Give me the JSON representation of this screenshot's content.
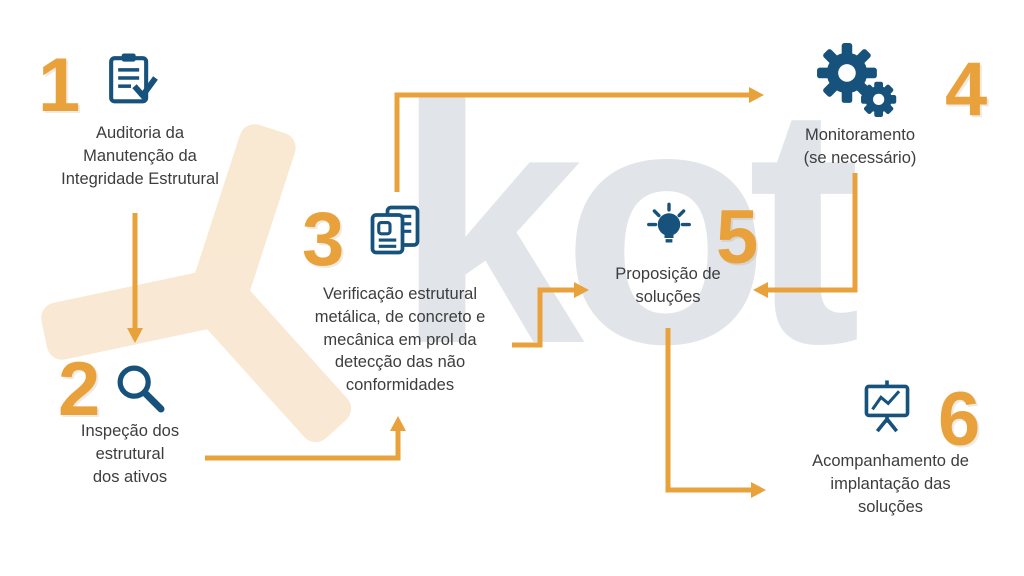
{
  "colors": {
    "accent": "#E9A23B",
    "icon": "#16527C",
    "text": "#3D3D3D",
    "watermark-gray": "#E1E5EA",
    "watermark-orange": "#F2CE9E"
  },
  "watermark": {
    "text": "kot"
  },
  "steps": [
    {
      "number": "1",
      "icon": "clipboard-check-icon",
      "label": "Auditoria da\nManutenção da\nIntegridade Estrutural"
    },
    {
      "number": "2",
      "icon": "magnifier-icon",
      "label": "Inspeção dos\nestrutural\ndos ativos"
    },
    {
      "number": "3",
      "icon": "documents-icon",
      "label": "Verificação estrutural\nmetálica, de concreto e\nmecânica em prol da\ndetecção das não\nconformidades"
    },
    {
      "number": "4",
      "icon": "gears-icon",
      "label": "Monitoramento\n(se necessário)"
    },
    {
      "number": "5",
      "icon": "lightbulb-icon",
      "label": "Proposição de\nsoluções"
    },
    {
      "number": "6",
      "icon": "presentation-chart-icon",
      "label": "Acompanhamento de\nimplantação das\nsoluções"
    }
  ]
}
